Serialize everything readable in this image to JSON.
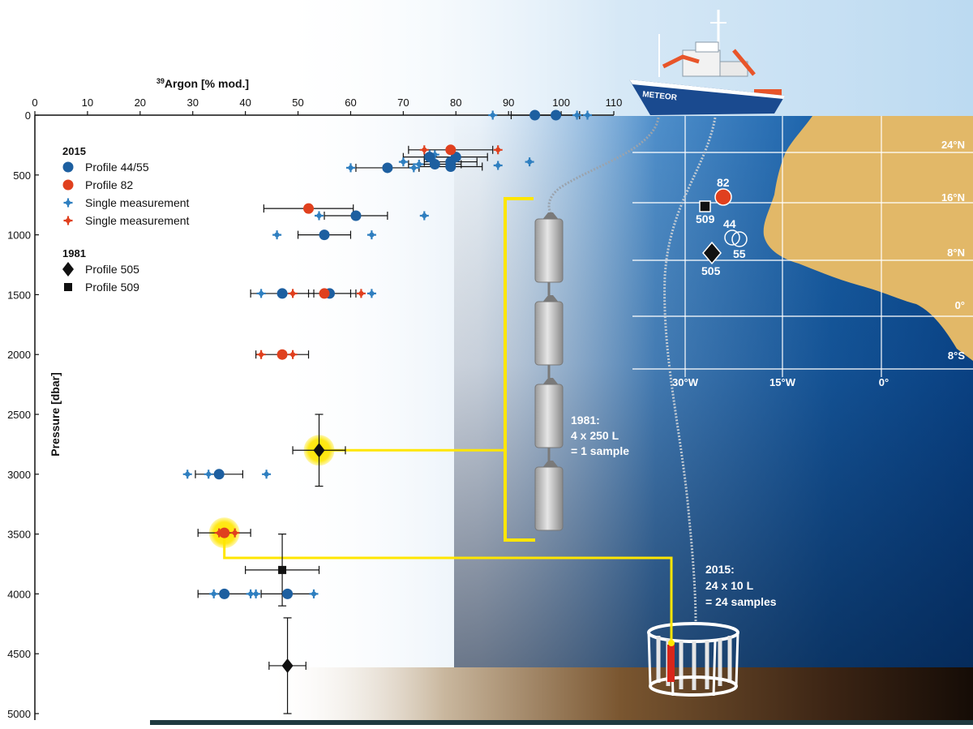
{
  "chart_data": {
    "type": "scatter",
    "x_axis": {
      "label_sup": "39",
      "label": "Argon [% mod.]",
      "ticks": [
        0,
        10,
        20,
        30,
        40,
        50,
        60,
        70,
        80,
        90,
        100,
        110
      ],
      "range": [
        0,
        110
      ],
      "position": "top"
    },
    "y_axis": {
      "label": "Pressure [dbar]",
      "ticks": [
        0,
        500,
        1000,
        1500,
        2000,
        2500,
        3000,
        3500,
        4000,
        4500,
        5000
      ],
      "range": [
        0,
        5000
      ],
      "inverted": true
    },
    "legend": {
      "groups": [
        {
          "title": "2015",
          "items": [
            {
              "label": "Profile 44/55",
              "marker": "circle",
              "color": "#1d5fa0"
            },
            {
              "label": "Profile 82",
              "marker": "circle",
              "color": "#e0401e"
            },
            {
              "label": "Single measurement",
              "marker": "star",
              "color": "#2f7fc0"
            },
            {
              "label": "Single measurement",
              "marker": "star",
              "color": "#e0401e"
            }
          ]
        },
        {
          "title": "1981",
          "items": [
            {
              "label": "Profile 505",
              "marker": "diamond",
              "color": "#111111"
            },
            {
              "label": "Profile 509",
              "marker": "square",
              "color": "#111111"
            }
          ]
        }
      ]
    },
    "series": [
      {
        "name": "Profile 44/55",
        "marker": "circle",
        "color": "#1d5fa0",
        "points": [
          {
            "x": 95,
            "y": 0,
            "xerr": 4.5
          },
          {
            "x": 99,
            "y": 0,
            "xerr": 4.5
          },
          {
            "x": 75,
            "y": 350,
            "xerr": 5
          },
          {
            "x": 80,
            "y": 350,
            "xerr": 6
          },
          {
            "x": 79,
            "y": 390,
            "xerr": 5
          },
          {
            "x": 76,
            "y": 410,
            "xerr": 5
          },
          {
            "x": 79,
            "y": 430,
            "xerr": 6
          },
          {
            "x": 67,
            "y": 440,
            "xerr": 6
          },
          {
            "x": 61,
            "y": 840,
            "xerr": 6
          },
          {
            "x": 55,
            "y": 1000,
            "xerr": 5
          },
          {
            "x": 47,
            "y": 1490,
            "xerr": 6
          },
          {
            "x": 56,
            "y": 1490,
            "xerr": 4
          },
          {
            "x": 35,
            "y": 3000,
            "xerr": 4.5
          },
          {
            "x": 36,
            "y": 4000,
            "xerr": 5
          },
          {
            "x": 48,
            "y": 4000,
            "xerr": 5
          }
        ]
      },
      {
        "name": "Profile 82",
        "marker": "circle",
        "color": "#e0401e",
        "points": [
          {
            "x": 79,
            "y": 290,
            "xerr": 8
          },
          {
            "x": 52,
            "y": 780,
            "xerr": 8.5
          },
          {
            "x": 55,
            "y": 1490,
            "xerr": 6
          },
          {
            "x": 47,
            "y": 2000,
            "xerr": 5
          },
          {
            "x": 36,
            "y": 3490,
            "xerr": 5
          }
        ]
      },
      {
        "name": "Single measurement",
        "marker": "star",
        "color": "#2f7fc0",
        "points": [
          {
            "x": 87,
            "y": 0
          },
          {
            "x": 103,
            "y": 0
          },
          {
            "x": 105,
            "y": 0
          },
          {
            "x": 75,
            "y": 330
          },
          {
            "x": 76,
            "y": 330
          },
          {
            "x": 73,
            "y": 410
          },
          {
            "x": 70,
            "y": 390
          },
          {
            "x": 94,
            "y": 390
          },
          {
            "x": 88,
            "y": 420
          },
          {
            "x": 60,
            "y": 440
          },
          {
            "x": 72,
            "y": 440
          },
          {
            "x": 54,
            "y": 840
          },
          {
            "x": 74,
            "y": 840
          },
          {
            "x": 46,
            "y": 1000
          },
          {
            "x": 64,
            "y": 1000
          },
          {
            "x": 43,
            "y": 1490
          },
          {
            "x": 64,
            "y": 1490
          },
          {
            "x": 29,
            "y": 3000
          },
          {
            "x": 33,
            "y": 3000
          },
          {
            "x": 44,
            "y": 3000
          },
          {
            "x": 34,
            "y": 4000
          },
          {
            "x": 41,
            "y": 4000
          },
          {
            "x": 42,
            "y": 4000
          },
          {
            "x": 53,
            "y": 4000
          }
        ]
      },
      {
        "name": "Single measurement",
        "marker": "star",
        "color": "#e0401e",
        "points": [
          {
            "x": 74,
            "y": 290
          },
          {
            "x": 88,
            "y": 290
          },
          {
            "x": 49,
            "y": 1490
          },
          {
            "x": 62,
            "y": 1490
          },
          {
            "x": 43,
            "y": 2000
          },
          {
            "x": 49,
            "y": 2000
          },
          {
            "x": 35,
            "y": 3490
          },
          {
            "x": 38,
            "y": 3490
          }
        ]
      },
      {
        "name": "Profile 505",
        "marker": "diamond",
        "color": "#111111",
        "points": [
          {
            "x": 54,
            "y": 2800,
            "xerr": 5,
            "yerr": 300
          },
          {
            "x": 48,
            "y": 4600,
            "xerr": 3.5,
            "yerr": 400
          }
        ]
      },
      {
        "name": "Profile 509",
        "marker": "square",
        "color": "#111111",
        "points": [
          {
            "x": 47,
            "y": 3800,
            "xerr": 7,
            "yerr": 300
          }
        ]
      }
    ],
    "highlighted_points": [
      {
        "x": 54,
        "y": 2800
      },
      {
        "x": 36,
        "y": 3490
      }
    ],
    "annotations": {
      "ship_name": "METEOR",
      "sampler_1981": [
        "1981:",
        "4 x 250 L",
        "= 1 sample"
      ],
      "sampler_2015": [
        "2015:",
        "24 x 10 L",
        "= 24 samples"
      ]
    },
    "map": {
      "lat_labels": [
        "24°N",
        "16°N",
        "8°N",
        "0°",
        "8°S"
      ],
      "lon_labels": [
        "30°W",
        "15°W",
        "0°"
      ],
      "stations": [
        {
          "label": "82",
          "marker": "circle",
          "color": "#e0401e"
        },
        {
          "label": "509",
          "marker": "square",
          "color": "#111111"
        },
        {
          "label": "44",
          "marker": "ring",
          "color": "#ffffff"
        },
        {
          "label": "55",
          "marker": "ring",
          "color": "#ffffff"
        },
        {
          "label": "505",
          "marker": "diamond",
          "color": "#111111"
        }
      ]
    },
    "colors": {
      "ocean_deep": "#062d66",
      "ocean_mid": "#1c6bb0",
      "land": "#e2b868",
      "highlight": "#ffe600",
      "seafloor": "#3b2414"
    }
  }
}
